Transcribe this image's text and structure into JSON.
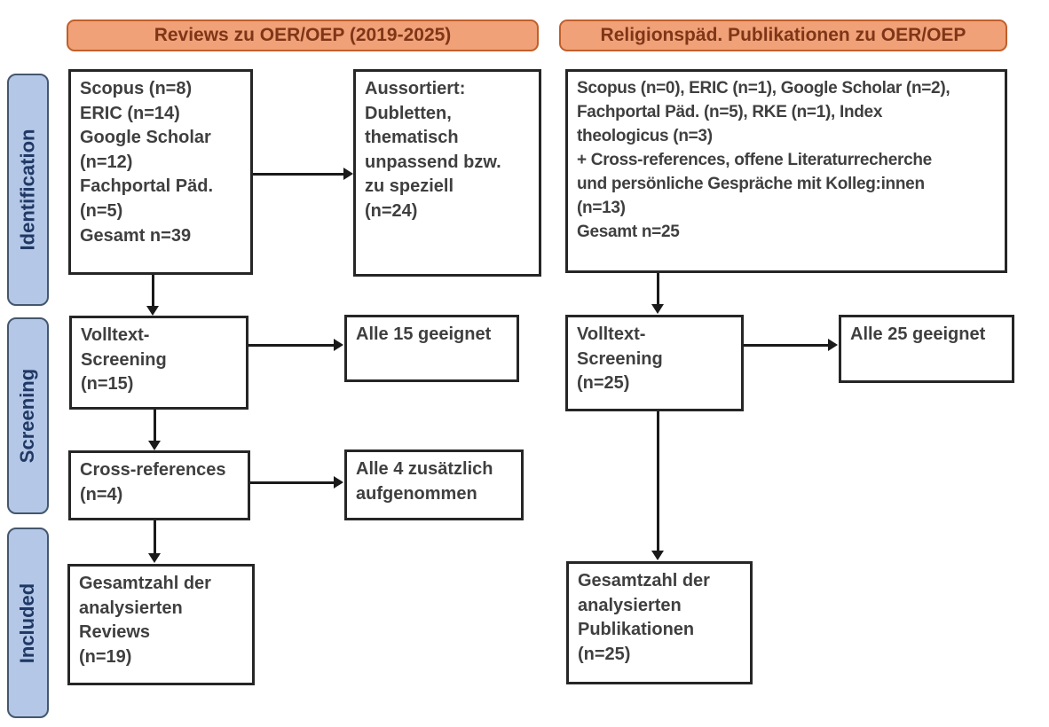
{
  "title": "PRISMA-style literature flow diagram",
  "headers": {
    "left": "Reviews zu OER/OEP (2019-2025)",
    "right": "Religionspäd. Publikationen zu OER/OEP"
  },
  "stages": [
    {
      "label": "Identification"
    },
    {
      "label": "Screening"
    },
    {
      "label": "Included"
    }
  ],
  "left_column": {
    "sources": "Scopus (n=8)\nERIC (n=14)\nGoogle Scholar\n(n=12)\nFachportal Päd.\n(n=5)\nGesamt n=39",
    "excluded": "Aussortiert:\nDubletten,\nthematisch\nunpassend bzw.\nzu speziell\n(n=24)",
    "fulltext": "Volltext-\nScreening\n(n=15)",
    "fulltext_result": "Alle 15 geeignet",
    "crossref": "Cross-references\n(n=4)",
    "crossref_result": "Alle 4 zusätzlich\naufgenommen",
    "total": "Gesamtzahl der\nanalysierten\nReviews\n(n=19)"
  },
  "right_column": {
    "sources": "Scopus (n=0), ERIC (n=1), Google Scholar (n=2),\nFachportal Päd. (n=5), RKE (n=1), Index\ntheologicus (n=3)\n+ Cross-references, offene Literaturrecherche\nund persönliche Gespräche mit Kolleg:innen\n(n=13)\nGesamt n=25",
    "fulltext": "Volltext-\nScreening\n(n=25)",
    "fulltext_result": "Alle 25 geeignet",
    "total": "Gesamtzahl der\nanalysierten\nPublikationen\n(n=25)"
  },
  "colors": {
    "header_fill": "#F1A178",
    "header_border": "#C05F2B",
    "header_text": "#7F3617",
    "stage_fill": "#B4C7E7",
    "stage_border": "#44576E",
    "stage_text": "#1F3864",
    "box_border": "#262626",
    "box_text": "#3F3F3F",
    "arrow": "#1A1A1A"
  }
}
